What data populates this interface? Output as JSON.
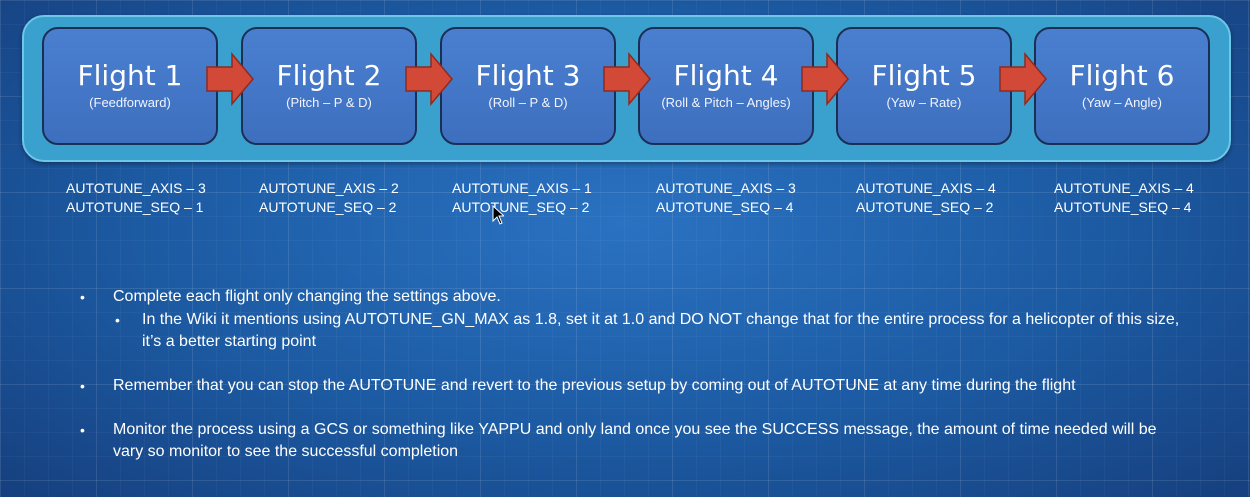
{
  "flights": [
    {
      "title": "Flight 1",
      "subtitle": "(Feedforward)",
      "axis": "AUTOTUNE_AXIS – 3",
      "seq": "AUTOTUNE_SEQ – 1"
    },
    {
      "title": "Flight 2",
      "subtitle": "(Pitch – P & D)",
      "axis": "AUTOTUNE_AXIS – 2",
      "seq": "AUTOTUNE_SEQ – 2"
    },
    {
      "title": "Flight 3",
      "subtitle": "(Roll – P & D)",
      "axis": "AUTOTUNE_AXIS – 1",
      "seq": "AUTOTUNE_SEQ – 2"
    },
    {
      "title": "Flight 4",
      "subtitle": "(Roll & Pitch – Angles)",
      "axis": "AUTOTUNE_AXIS – 3",
      "seq": "AUTOTUNE_SEQ – 4"
    },
    {
      "title": "Flight 5",
      "subtitle": "(Yaw – Rate)",
      "axis": "AUTOTUNE_AXIS – 4",
      "seq": "AUTOTUNE_SEQ – 2"
    },
    {
      "title": "Flight 6",
      "subtitle": "(Yaw – Angle)",
      "axis": "AUTOTUNE_AXIS – 4",
      "seq": "AUTOTUNE_SEQ – 4"
    }
  ],
  "bullets": {
    "b1": "Complete each flight only changing the settings above.",
    "b1_sub": "In the Wiki it mentions using AUTOTUNE_GN_MAX as 1.8, set it at 1.0 and DO NOT change that for the entire process for a helicopter of this size, it’s a better starting point",
    "b2": "Remember that you can stop the AUTOTUNE and revert to the previous setup by coming out of AUTOTUNE at any time during the flight",
    "b3": "Monitor the process using a GCS or something like YAPPU and only land once you see the SUCCESS message, the amount of time needed will be vary so monitor to see the successful completion",
    "dot": "•"
  },
  "colors": {
    "background": "#1f5fa8",
    "band": "#3aa1cf",
    "box": "#4475c6",
    "box_border": "#1b2f55",
    "arrow": "#d24a37"
  }
}
